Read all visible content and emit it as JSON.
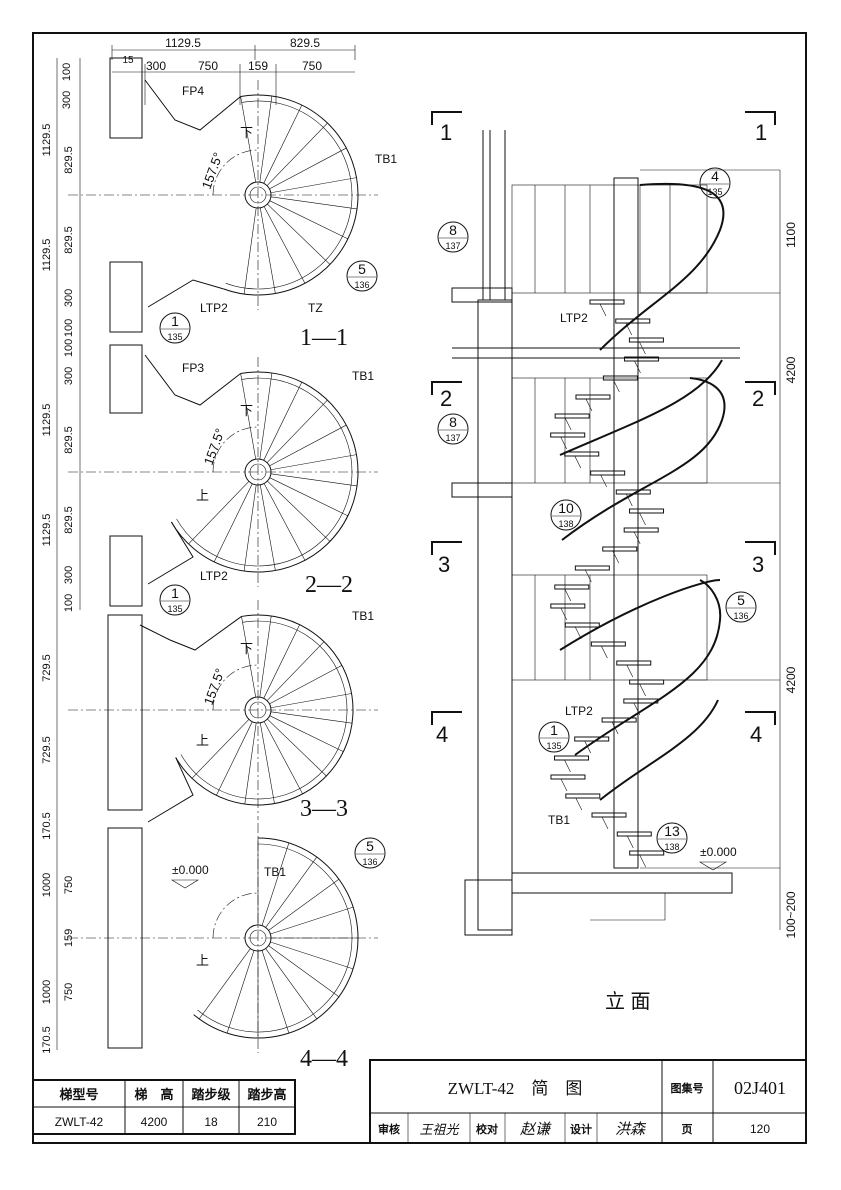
{
  "plans": [
    {
      "id": "1-1",
      "label": "1—1",
      "leader_labels": [
        "FP4",
        "TB1",
        "LTP2",
        "TZ"
      ],
      "arrow_down": "下",
      "angle": "157.5°",
      "callouts": [
        {
          "num": "5",
          "ref": "136"
        },
        {
          "num": "1",
          "ref": "135"
        }
      ]
    },
    {
      "id": "2-2",
      "label": "2—2",
      "leader_labels": [
        "FP3",
        "TB1",
        "LTP2"
      ],
      "arrow_down": "下",
      "arrow_up": "上",
      "angle": "157.5°",
      "callouts": [
        {
          "num": "1",
          "ref": "135"
        }
      ]
    },
    {
      "id": "3-3",
      "label": "3—3",
      "leader_labels": [
        "TB1"
      ],
      "arrow_down": "下",
      "arrow_up": "上",
      "angle": "157.5°"
    },
    {
      "id": "4-4",
      "label": "4—4",
      "leader_labels": [
        "TB1"
      ],
      "arrow_up": "上",
      "level": "±0.000",
      "callouts": [
        {
          "num": "5",
          "ref": "136"
        }
      ]
    }
  ],
  "dims": {
    "top_overall": [
      "1129.5",
      "829.5"
    ],
    "top_sub": [
      "15",
      "300",
      "750",
      "159",
      "750"
    ],
    "left_plan1": [
      "100",
      "300",
      "1129.5",
      "829.5",
      "1129.5",
      "829.5",
      "300",
      "100"
    ],
    "left_plan2": [
      "100",
      "300",
      "1129.5",
      "829.5",
      "1129.5",
      "829.5",
      "300",
      "100"
    ],
    "left_plan3": [
      "729.5",
      "729.5"
    ],
    "left_plan4": [
      "170.5",
      "1000",
      "750",
      "159",
      "1000",
      "750",
      "170.5"
    ]
  },
  "elevation": {
    "title": "立 面",
    "section_marks": [
      "1",
      "1",
      "2",
      "2",
      "3",
      "3",
      "4",
      "4"
    ],
    "labels": [
      "LTP2",
      "LTP2",
      "TB1"
    ],
    "level": "±0.000",
    "callouts": [
      {
        "num": "4",
        "ref": "135"
      },
      {
        "num": "8",
        "ref": "137"
      },
      {
        "num": "8",
        "ref": "137"
      },
      {
        "num": "10",
        "ref": "138"
      },
      {
        "num": "5",
        "ref": "136"
      },
      {
        "num": "1",
        "ref": "135"
      },
      {
        "num": "13",
        "ref": "138"
      }
    ],
    "dims_right": [
      "1100",
      "4200",
      "4200",
      "100~200"
    ]
  },
  "spec_table": {
    "headers": [
      "梯型号",
      "梯　高",
      "踏步级",
      "踏步高"
    ],
    "row": [
      "ZWLT-42",
      "4200",
      "18",
      "210"
    ]
  },
  "title_block": {
    "drawing_title": "ZWLT-42　简　图",
    "atlas_label": "图集号",
    "atlas_no": "02J401",
    "review_label": "审核",
    "reviewer": "王祖光",
    "check_label": "校对",
    "checker": "赵谦",
    "design_label": "设计",
    "designer": "洪森",
    "page_label": "页",
    "page_no": "120"
  }
}
